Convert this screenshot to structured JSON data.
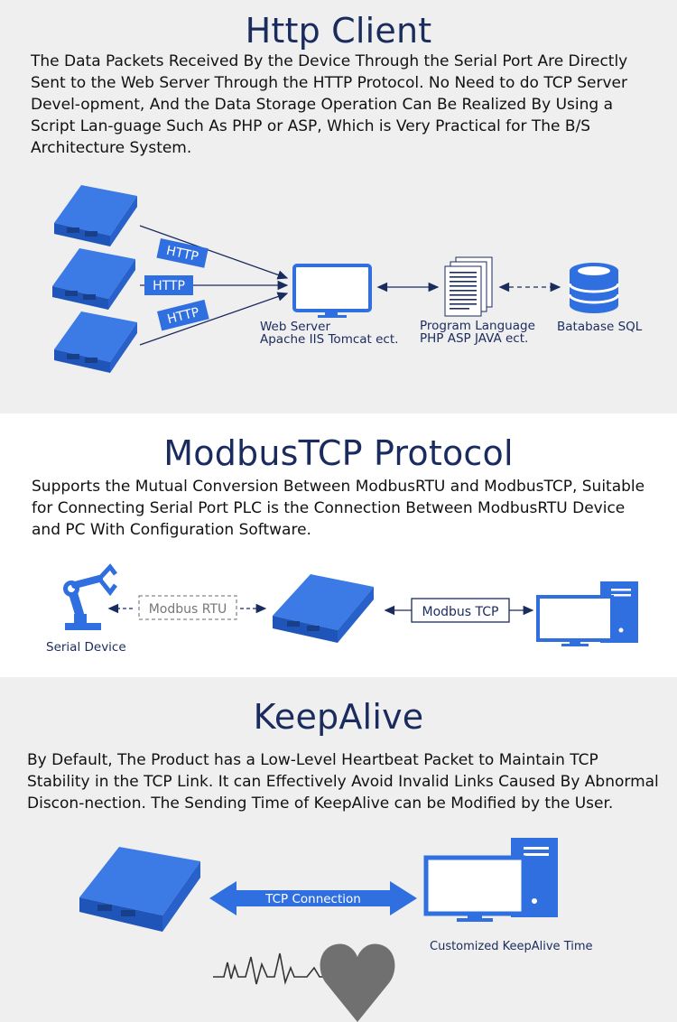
{
  "http_client": {
    "title": "Http Client",
    "description": "The Data Packets Received By the Device Through the Serial Port Are Directly Sent to the Web Server Through the HTTP Protocol. No Need to do TCP Server Devel-opment, And the Data Storage Operation Can Be Realized By Using a Script Lan-guage Such As PHP or ASP, Which is Very Practical for The B/S Architecture System.",
    "http_tag": "HTTP",
    "web_server_line1": "Web Server",
    "web_server_line2": "Apache IIS Tomcat ect.",
    "program_line1": "Program Language",
    "program_line2": "PHP ASP JAVA ect.",
    "database": "Batabase SQL"
  },
  "modbus": {
    "title": "ModbusTCP Protocol",
    "description": "Supports the Mutual Conversion Between ModbusRTU and ModbusTCP, Suitable for Connecting Serial Port PLC is the Connection Between ModbusRTU Device and PC With Configuration Software.",
    "rtu_label": "Modbus RTU",
    "tcp_label": "Modbus TCP",
    "serial_device": "Serial Device"
  },
  "keepalive": {
    "title": "KeepAlive",
    "description": "By Default, The Product has a Low-Level Heartbeat Packet to Maintain TCP Stability in the TCP Link. It can Effectively Avoid Invalid Links Caused By Abnormal Discon-nection. The Sending Time of KeepAlive can be Modified by the User.",
    "tcp_connection": "TCP Connection",
    "customized": "Customized KeepAlive Time"
  },
  "colors": {
    "accent_blue": "#2f6fe0",
    "navy": "#1a2b5e",
    "section_gray": "#efefef",
    "heart_gray": "#707070"
  }
}
